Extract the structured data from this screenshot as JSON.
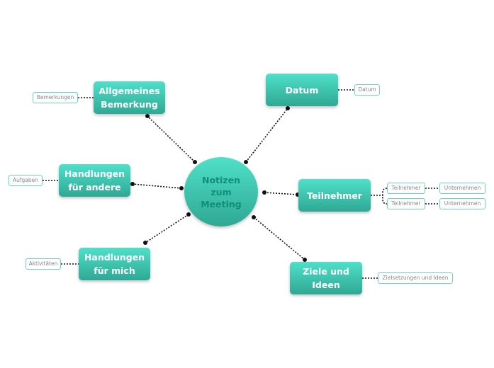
{
  "center": {
    "label": "Notizen\nzum\nMeeting"
  },
  "branches": {
    "allgemeines": {
      "label": "Allgemeines\nBemerkung",
      "tag": "Bemerkungen"
    },
    "handlungen_andere": {
      "label": "Handlungen\nfür andere",
      "tag": "Aufgaben"
    },
    "handlungen_mich": {
      "label": "Handlungen\nfür mich",
      "tag": "Aktivitäten"
    },
    "datum": {
      "label": "Datum",
      "tag": "Datum"
    },
    "teilnehmer": {
      "label": "Teilnehmer",
      "children": [
        {
          "label": "Teilnehmer",
          "sub": "Unternehmen"
        },
        {
          "label": "Teilnehmer",
          "sub": "Unternehmen"
        }
      ]
    },
    "ziele": {
      "label": "Ziele und\nIdeen",
      "tag": "Zielsetzungen und Ideen"
    }
  },
  "colors": {
    "node_top": "#4fe0c9",
    "node_bottom": "#2fa894",
    "tag_border": "#6fd3c2",
    "center_text": "#0f8e7a"
  }
}
